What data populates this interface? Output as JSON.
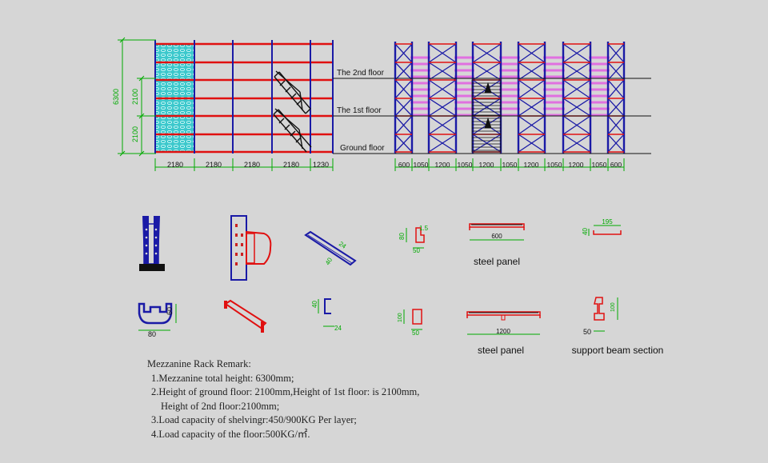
{
  "colors": {
    "background": "#d6d6d6",
    "upright": "#1a1aa6",
    "beam": "#e01010",
    "panel_mesh": "#3cc8cc",
    "deck_frame": "#e070e0",
    "dimension": "#00aa00",
    "floor_line": "#111111"
  },
  "side_view": {
    "floor_labels": [
      "The 2nd floor",
      "The 1st floor",
      "Ground floor"
    ],
    "total_height": "6300",
    "level_heights": [
      "2100",
      "2100"
    ],
    "bay_widths": [
      "2180",
      "2180",
      "2180",
      "2180",
      "1230"
    ]
  },
  "front_view": {
    "bay_widths": [
      "600",
      "1050",
      "1200",
      "1050",
      "1200",
      "1050",
      "1200",
      "1050",
      "1200",
      "1050",
      "600"
    ]
  },
  "parts": {
    "upright_profile": {
      "width": "80",
      "depth": "60"
    },
    "beam_section_a": {
      "w": "24",
      "h": "40"
    },
    "beam_section_b": {
      "w": "24",
      "h": "40"
    },
    "panel_clip_small": {
      "thickness": "1.5",
      "height": "80",
      "width": "50"
    },
    "panel_clip_b": {
      "height": "100",
      "width": "50"
    },
    "steel_panel_600": {
      "label": "steel panel",
      "length": "600"
    },
    "steel_panel_1200": {
      "label": "steel panel",
      "length": "1200"
    },
    "top_channel": {
      "width": "195",
      "height": "40"
    },
    "support_beam": {
      "label": "support beam section",
      "height": "100",
      "width": "50"
    }
  },
  "remarks": {
    "title": "Mezzanine Rack Remark:",
    "lines": [
      "1.Mezzanine total height: 6300mm;",
      "2.Height of ground floor: 2100mm,Height of 1st floor: is 2100mm,",
      "Height of 2nd floor:2100mm;",
      "3.Load capacity of shelvingr:450/900KG Per layer;",
      "4.Load capacity of the floor:500KG/㎡."
    ]
  }
}
